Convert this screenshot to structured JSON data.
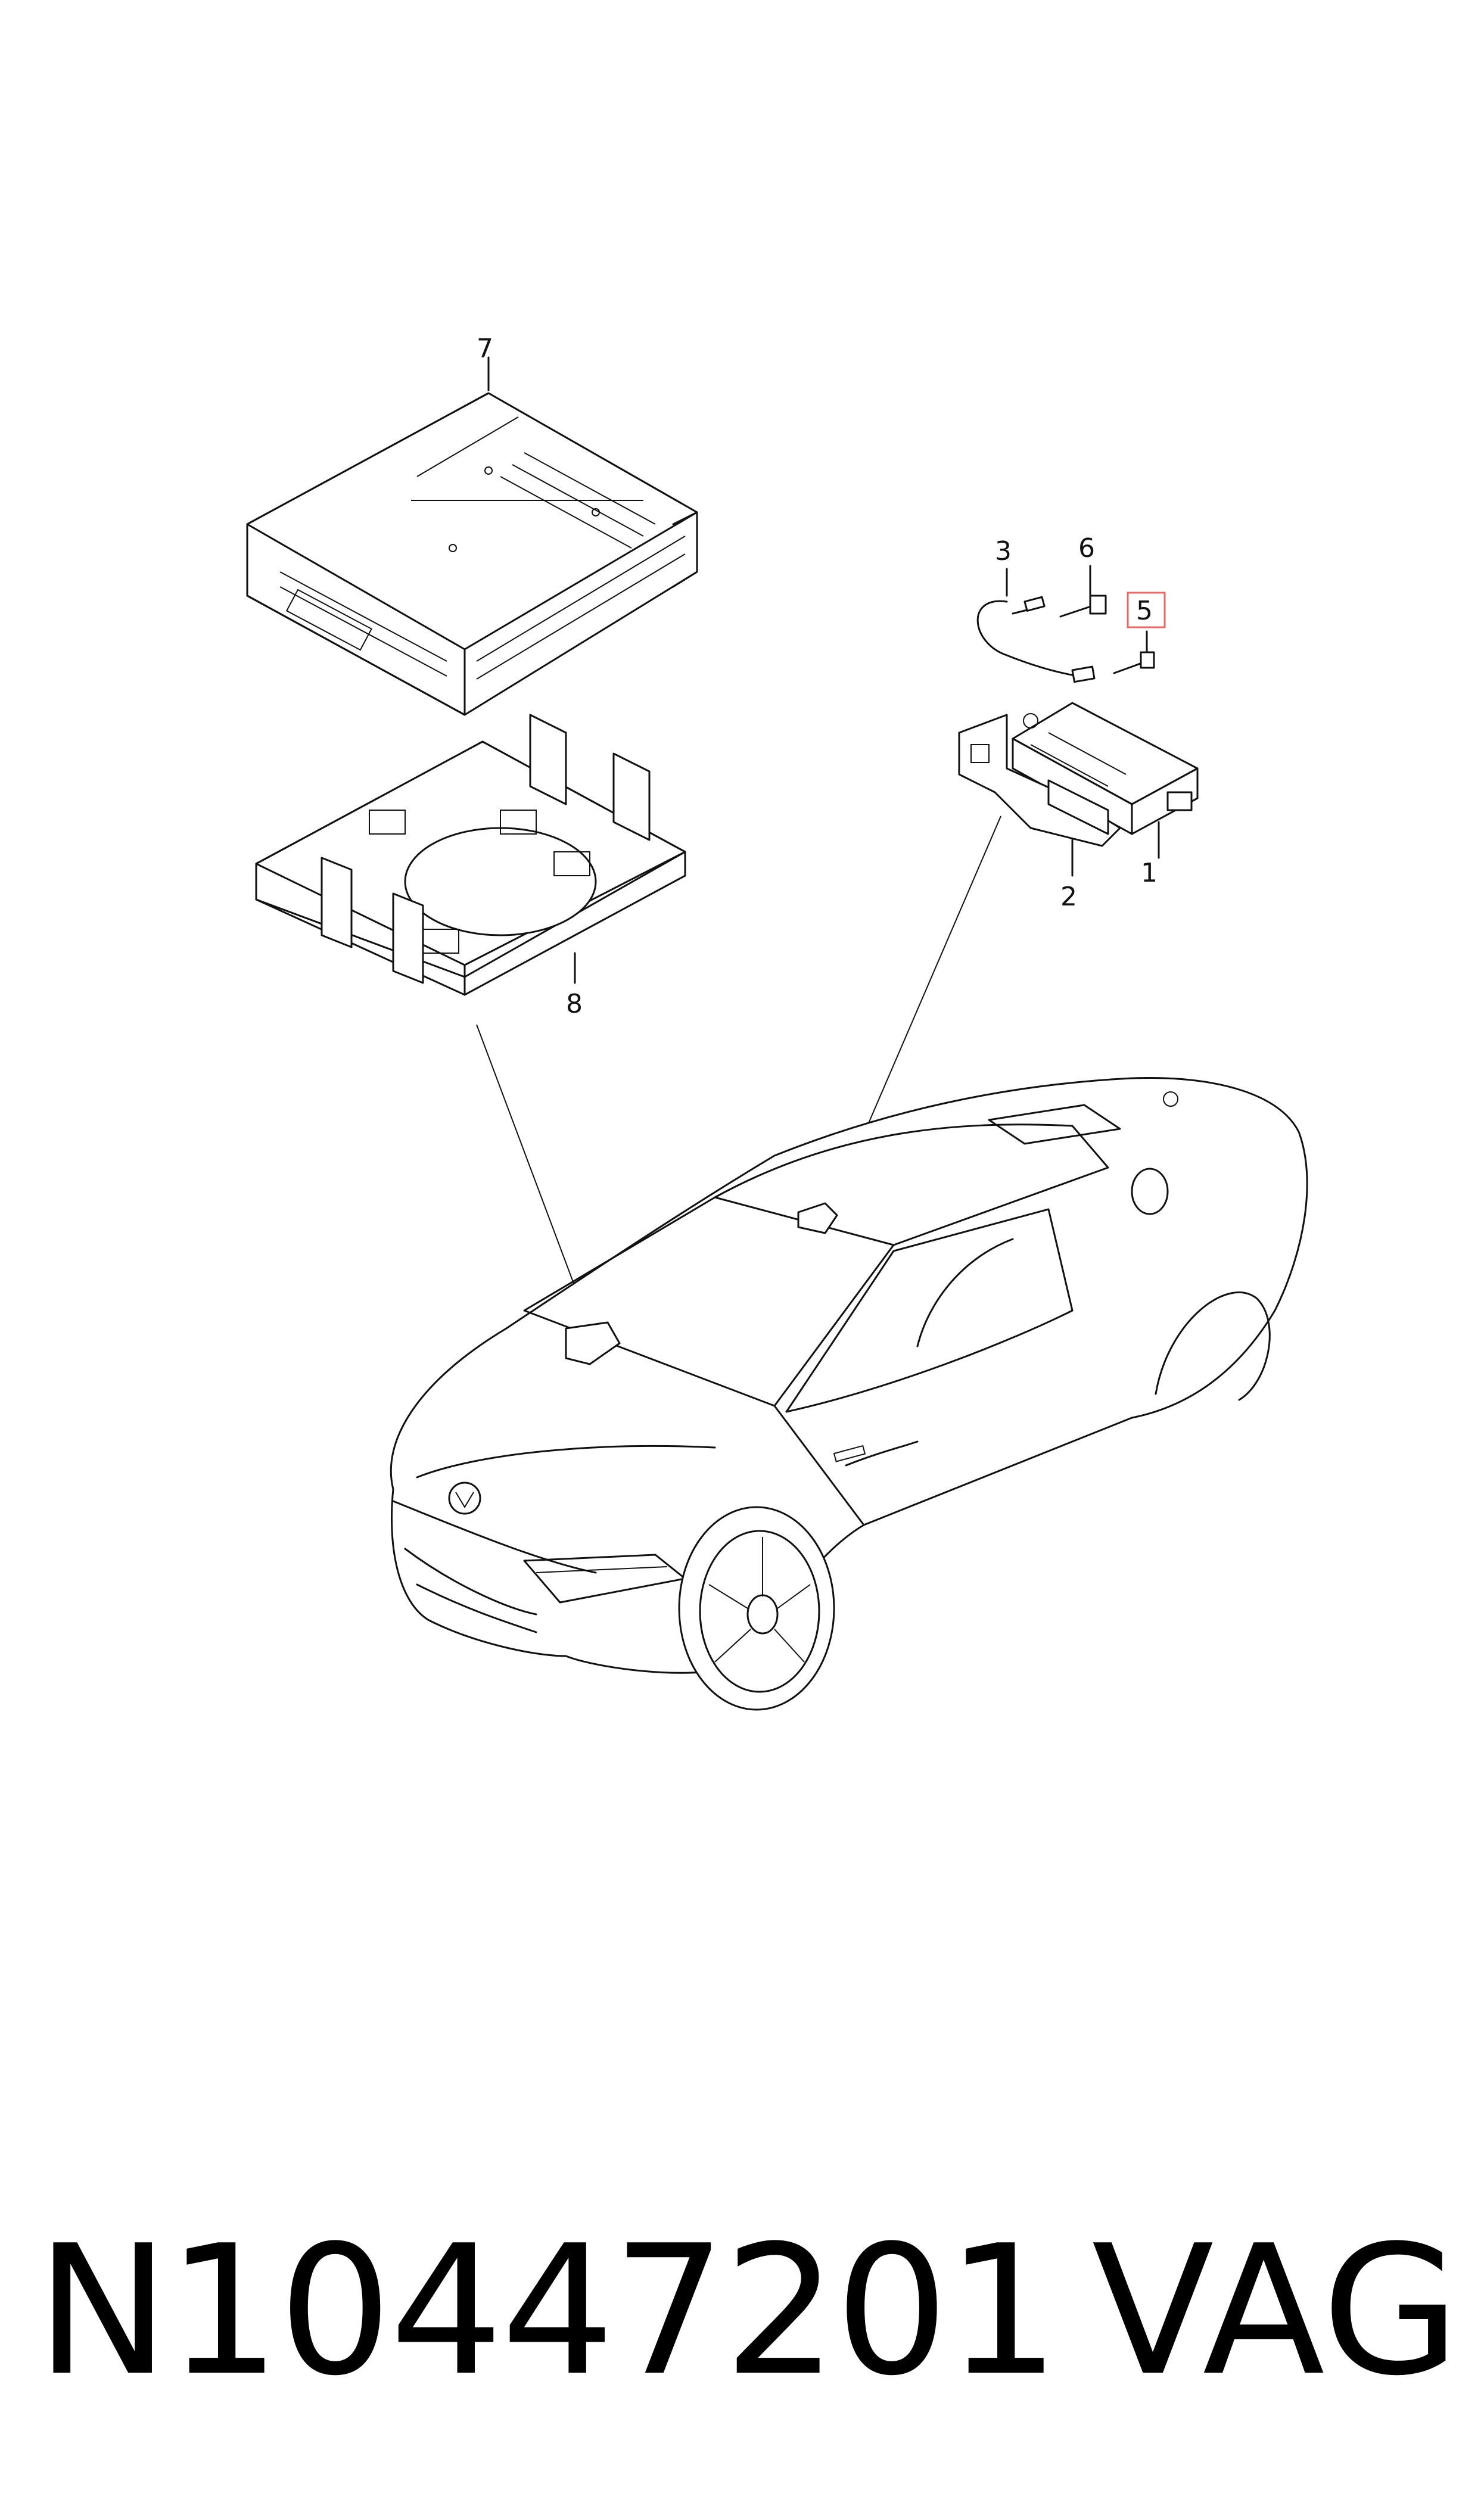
{
  "callouts": [
    {
      "id": "1",
      "label": "1",
      "highlighted": false
    },
    {
      "id": "2",
      "label": "2",
      "highlighted": false
    },
    {
      "id": "3",
      "label": "3",
      "highlighted": false
    },
    {
      "id": "5",
      "label": "5",
      "highlighted": true
    },
    {
      "id": "6",
      "label": "6",
      "highlighted": false
    },
    {
      "id": "7",
      "label": "7",
      "highlighted": false
    },
    {
      "id": "8",
      "label": "8",
      "highlighted": false
    }
  ],
  "footer": {
    "part_number": "N10447201",
    "brand": "VAG"
  },
  "colors": {
    "line": "#111111",
    "highlight_border": "#e06a6a",
    "background": "#ffffff"
  }
}
